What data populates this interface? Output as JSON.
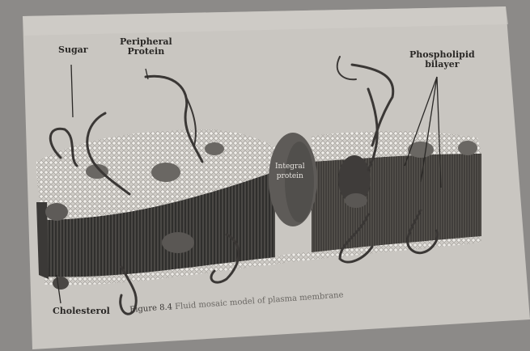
{
  "labels": {
    "sugar": "Sugar",
    "peripheral_protein": "Peripheral\nProtein",
    "phospholipid_bilayer": "Phospholipid\nbilayer",
    "integral_protein": "Integral\nprotein",
    "cholesterol": "Cholesterol"
  },
  "caption": {
    "figure_number": "Figure 8.4",
    "text": "Fluid mosaic model of plasma membrane"
  },
  "colors": {
    "page": "#c9c6c1",
    "background": "#8c8a88",
    "outer_layer": "#d0cdc8",
    "inner_layer": "#3b3937",
    "protein": "#5e5b58",
    "ink": "#2a2826"
  }
}
